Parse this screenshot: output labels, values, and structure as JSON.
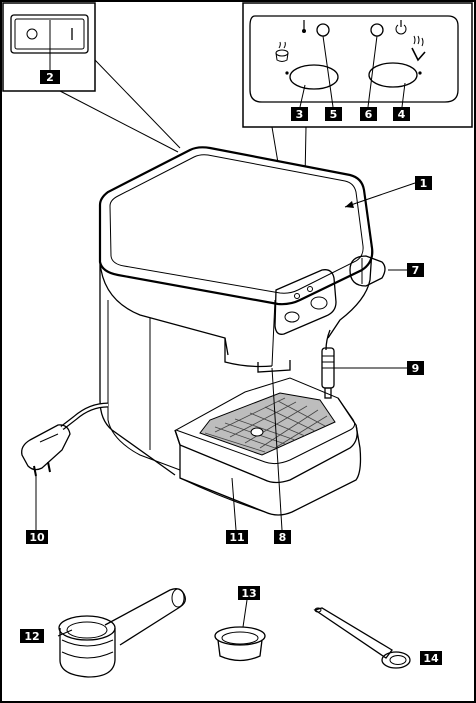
{
  "labels": {
    "l1": "1",
    "l2": "2",
    "l3": "3",
    "l4": "4",
    "l5": "5",
    "l6": "6",
    "l7": "7",
    "l8": "8",
    "l9": "9",
    "l10": "10",
    "l11": "11",
    "l12": "12",
    "l13": "13",
    "l14": "14"
  },
  "switch_symbols": {
    "off": "O",
    "on": "|"
  },
  "colors": {
    "line": "#000000",
    "label_bg": "#000000",
    "label_text": "#ffffff",
    "background": "#ffffff"
  }
}
